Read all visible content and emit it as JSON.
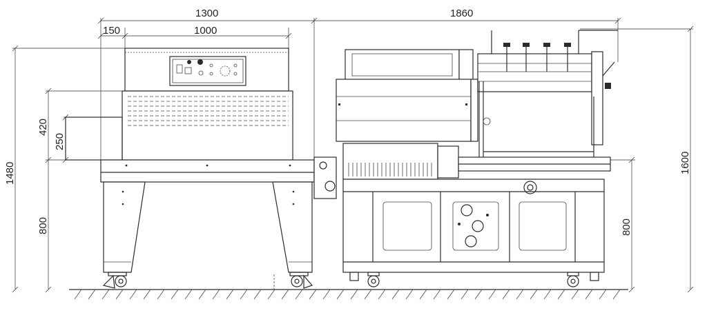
{
  "dimensions": {
    "shrink_tunnel_total_width": "1300",
    "shrink_tunnel_offset": "150",
    "shrink_tunnel_inner_width": "1000",
    "sealer_total_width": "1860",
    "tunnel_opening_height": "420",
    "tunnel_opening_inner": "250",
    "tunnel_overall_height": "1480",
    "tunnel_conveyor_height": "800",
    "sealer_overall_height": "1600",
    "sealer_conveyor_height": "800"
  }
}
